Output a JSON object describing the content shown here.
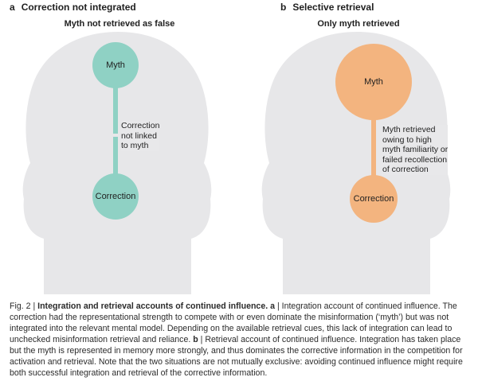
{
  "colors": {
    "head_fill": "#e7e7e9",
    "teal": "#8fd1c4",
    "orange": "#f3b47f"
  },
  "panel_a": {
    "letter": "a",
    "title": "Correction not integrated",
    "subtitle": "Myth not retrieved as false",
    "myth_label": "Myth",
    "correction_label": "Correction",
    "note_lines": [
      "Correction",
      "not linked",
      "to myth"
    ]
  },
  "panel_b": {
    "letter": "b",
    "title": "Selective retrieval",
    "subtitle": "Only myth retrieved",
    "myth_label": "Myth",
    "correction_label": "Correction",
    "note_lines": [
      "Myth retrieved",
      "owing to high",
      "myth familiarity or",
      "failed recollection",
      "of correction"
    ]
  },
  "caption": {
    "fig_label": "Fig. 2 | ",
    "title": "Integration and retrieval accounts of continued influence.",
    "a_marker": " a",
    "text_a": " | Integration account of continued influence. The correction had the representational strength to compete with or even dominate the misinformation (‘myth’) but was not integrated into the relevant mental model. Depending on the available retrieval cues, this lack of integration can lead to unchecked misinformation retrieval and reliance.",
    "b_marker": " b",
    "text_b": " | Retrieval account of continued influence. Integration has taken place but the myth is represented in memory more strongly, and thus dominates the corrective information in the competition for activation and retrieval. Note that the two situations are not mutually exclusive: avoiding continued influence might require both successful integration and retrieval of the corrective information."
  }
}
